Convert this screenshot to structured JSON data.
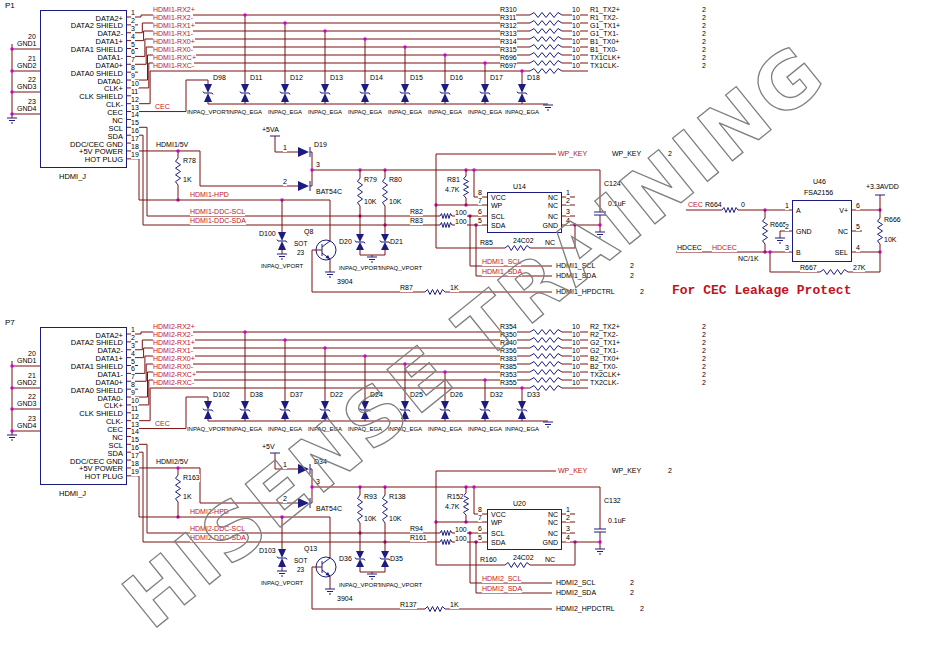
{
  "diagram": {
    "nodes": [
      {
        "text": [
          "P1",
          "DATA2+",
          "DATA2 SHIELD",
          "DATA2-",
          "DATA1+",
          "DATA1 SHIELD",
          "DATA1-",
          "DATA0+",
          "DATA0 SHIELD",
          "DATA0-",
          "CLK+",
          "CLK SHIELD",
          "CLK-",
          "CEC",
          "NC",
          "SCL",
          "SDA",
          "DDC/CEC GND",
          "+5V POWER",
          "HOT PLUG",
          "HDMI_J"
        ]
      },
      {
        "text": [
          "U14",
          "VCC",
          "WP",
          "SCL",
          "SDA",
          "NC",
          "NC",
          "NC",
          "GND",
          "24C02"
        ]
      },
      {
        "text": [
          "U46",
          "FSA2156",
          "A",
          "GND",
          "B",
          "V+",
          "NC",
          "SEL"
        ]
      },
      {
        "text": [
          "P7",
          "DATA2+",
          "DATA2 SHIELD",
          "DATA2-",
          "DATA1+",
          "DATA1 SHIELD",
          "DATA1-",
          "DATA0+",
          "DATA0 SHIELD",
          "DATA0-",
          "CLK+",
          "CLK SHIELD",
          "CLK-",
          "CEC",
          "NC",
          "SCL",
          "SDA",
          "DDC/CEC GND",
          "+5V POWER",
          "HOT PLUG",
          "HDMI_J"
        ]
      },
      {
        "text": [
          "U20",
          "VCC",
          "WP",
          "SCL",
          "SDA",
          "NC",
          "NC",
          "NC",
          "GND",
          "24C02"
        ]
      }
    ],
    "edges": [
      {
        "from": 0,
        "to": 1,
        "arrow": "none",
        "label": "HDMI1-DDC-SCL"
      },
      {
        "from": 0,
        "to": 1,
        "arrow": "none",
        "label": "HDMI1-DDC-SDA"
      },
      {
        "from": 3,
        "to": 4,
        "arrow": "none",
        "label": "HDMI2-DDC-SCL"
      },
      {
        "from": 3,
        "to": 4,
        "arrow": "none",
        "label": "HDMI2-DDC-SDA"
      }
    ],
    "labels": [
      "20",
      "GND1",
      "21",
      "GND2",
      "22",
      "GND3",
      "23",
      "GND4",
      "1",
      "2",
      "3",
      "4",
      "5",
      "6",
      "7",
      "8",
      "9",
      "10",
      "11",
      "12",
      "13",
      "14",
      "15",
      "16",
      "17",
      "18",
      "19",
      "HDMI1-RX2+",
      "HDMI1-RX2-",
      "HDMI1-RX1+",
      "HDMI1-RX1-",
      "HDMI1-RX0+",
      "HDMI1-RX0-",
      "HDMI1-RXC+",
      "HDMI1-RXC-",
      "R310",
      "R311",
      "R312",
      "R313",
      "R314",
      "R315",
      "R696",
      "R697",
      "10",
      "10",
      "10",
      "10",
      "10",
      "10",
      "10",
      "10",
      "R1_TX2+",
      "R1_TX2-",
      "G1_TX1+",
      "G1_TX1-",
      "B1_TX0+",
      "B1_TX0-",
      "TX1CLK+",
      "TX1CLK-",
      "2",
      "2",
      "2",
      "2",
      "2",
      "2",
      "2",
      "2",
      "D98",
      "D11",
      "D12",
      "D13",
      "D14",
      "D15",
      "D16",
      "D17",
      "D18",
      "INPAQ_VPORT",
      "INPAQ_EGA",
      "INPAQ_EGA",
      "INPAQ_EGA",
      "INPAQ_EGA",
      "INPAQ_EGA",
      "INPAQ_EGA",
      "INPAQ_EGA",
      "INPAQ_EGA",
      "CEC",
      "HDMI1/5V",
      "R78",
      "1K",
      "+5VA",
      "1",
      "2",
      "3",
      "D19",
      "BAT54C",
      "HDMI1-HPD",
      "D100",
      "INPAQ_VPORT",
      "Q8",
      "SOT",
      "23",
      "3904",
      "D20",
      "D21",
      "INPAQ_VPORT",
      "INPAQ_VPORT",
      "R79",
      "10K",
      "R80",
      "10K",
      "R82",
      "R83",
      "100",
      "100",
      "R81",
      "4.7K",
      "WP_KEY",
      "WP_KEY",
      "2",
      "8",
      "7",
      "6",
      "5",
      "1",
      "2",
      "3",
      "4",
      "C124",
      "0.1uF",
      "R85",
      "NC",
      "HDMI1_SCL",
      "HDMI1_SDA",
      "HDMI1_SCL",
      "2",
      "HDMI1_SDA",
      "2",
      "R87",
      "1K",
      "HDMI1_HPDCTRL",
      "2",
      "CEC",
      "R664",
      "0",
      "R665",
      "NC/1K",
      "HDCEC",
      "HDCEC",
      "1",
      "2",
      "3",
      "6",
      "5",
      "4",
      "+3.3AVDD",
      "R666",
      "10K",
      "R667",
      "27K",
      "For CEC Leakage Protect",
      "20",
      "GND1",
      "21",
      "GND2",
      "22",
      "GND3",
      "23",
      "GND4",
      "1",
      "2",
      "3",
      "4",
      "5",
      "6",
      "7",
      "8",
      "9",
      "10",
      "11",
      "12",
      "13",
      "14",
      "15",
      "16",
      "17",
      "18",
      "19",
      "HDMI2-RX2+",
      "HDMI2-RX2-",
      "HDMI2-RX1+",
      "HDMI2-RX1-",
      "HDMI2-RX0+",
      "HDMI2-RX0-",
      "HDMI2-RXC+",
      "HDMI2-RXC-",
      "R354",
      "R350",
      "R340",
      "R356",
      "R383",
      "R385",
      "R353",
      "R355",
      "10",
      "10",
      "10",
      "10",
      "10",
      "10",
      "10",
      "10",
      "R2_TX2+",
      "R2_TX2-",
      "G2_TX1+",
      "G2_TX1-",
      "B2_TX0+",
      "B2_TX0-",
      "TX2CLK+",
      "TX2CLK-",
      "2",
      "2",
      "2",
      "2",
      "2",
      "2",
      "2",
      "2",
      "D102",
      "D38",
      "D37",
      "D22",
      "D24",
      "D25",
      "D26",
      "D32",
      "D33",
      "INPAQ_VPORT",
      "INPAQ_EGA",
      "INPAQ_EGA",
      "INPAQ_EGA",
      "INPAQ_EGA",
      "INPAQ_EGA",
      "INPAQ_EGA",
      "INPAQ_EGA",
      "INPAQ_EGA",
      "CEC",
      "HDMI2/5V",
      "R163",
      "1K",
      "+5V",
      "1",
      "2",
      "3",
      "D34",
      "BAT54C",
      "HDMI2-HPD",
      "D103",
      "INPAQ_VPORT",
      "Q13",
      "SOT",
      "23",
      "3904",
      "D36",
      "D35",
      "INPAQ_VPORT",
      "INPAQ_VPORT",
      "R93",
      "10K",
      "R138",
      "10K",
      "R94",
      "R161",
      "100",
      "100",
      "R152",
      "4.7K",
      "WP_KEY",
      "WP_KEY",
      "2",
      "8",
      "7",
      "6",
      "5",
      "1",
      "2",
      "3",
      "4",
      "C132",
      "0.1uF",
      "R160",
      "NC",
      "HDMI2_SCL",
      "HDMI2_SDA",
      "HDMI2_SCL",
      "2",
      "HDMI2_SDA",
      "2",
      "R137",
      "1K",
      "HDMI2_HPDCTRL",
      "2",
      "HISENSE TRAINING"
    ]
  }
}
